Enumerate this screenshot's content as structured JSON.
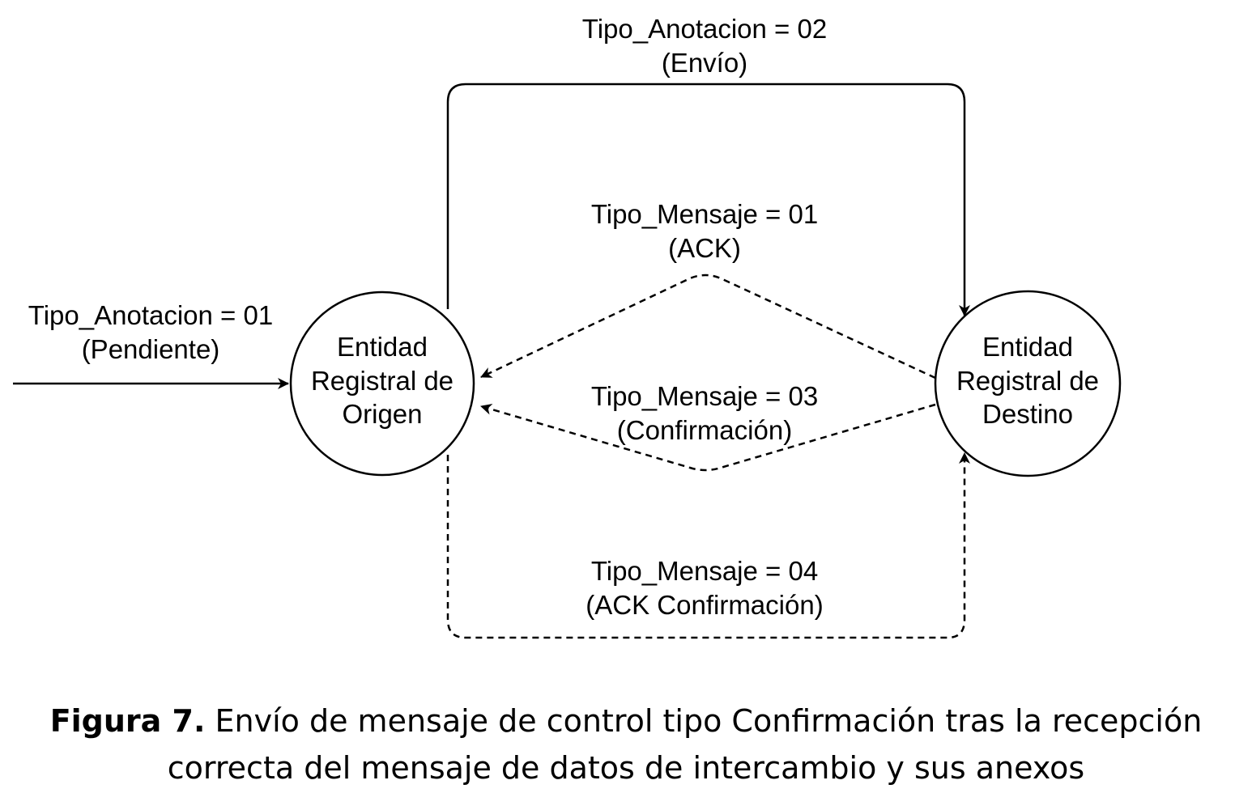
{
  "nodes": {
    "origen": {
      "lines": [
        "Entidad",
        "Registral de",
        "Origen"
      ]
    },
    "destino": {
      "lines": [
        "Entidad",
        "Registral de",
        "Destino"
      ]
    }
  },
  "edges": {
    "entrada": {
      "lines": [
        "Tipo_Anotacion = 01",
        "(Pendiente)"
      ],
      "style": "solid"
    },
    "envio": {
      "lines": [
        "Tipo_Anotacion = 02",
        "(Envío)"
      ],
      "style": "solid"
    },
    "ack": {
      "lines": [
        "Tipo_Mensaje = 01",
        "(ACK)"
      ],
      "style": "dashed"
    },
    "confirmacion": {
      "lines": [
        "Tipo_Mensaje = 03",
        "(Confirmación)"
      ],
      "style": "dashed"
    },
    "ack_confirmacion": {
      "lines": [
        "Tipo_Mensaje = 04",
        "(ACK Confirmación)"
      ],
      "style": "dashed"
    }
  },
  "caption": {
    "label": "Figura 7.",
    "line1": " Envío de mensaje de control tipo Confirmación tras la recepción",
    "line2": "correcta del mensaje de datos de intercambio y sus anexos"
  }
}
